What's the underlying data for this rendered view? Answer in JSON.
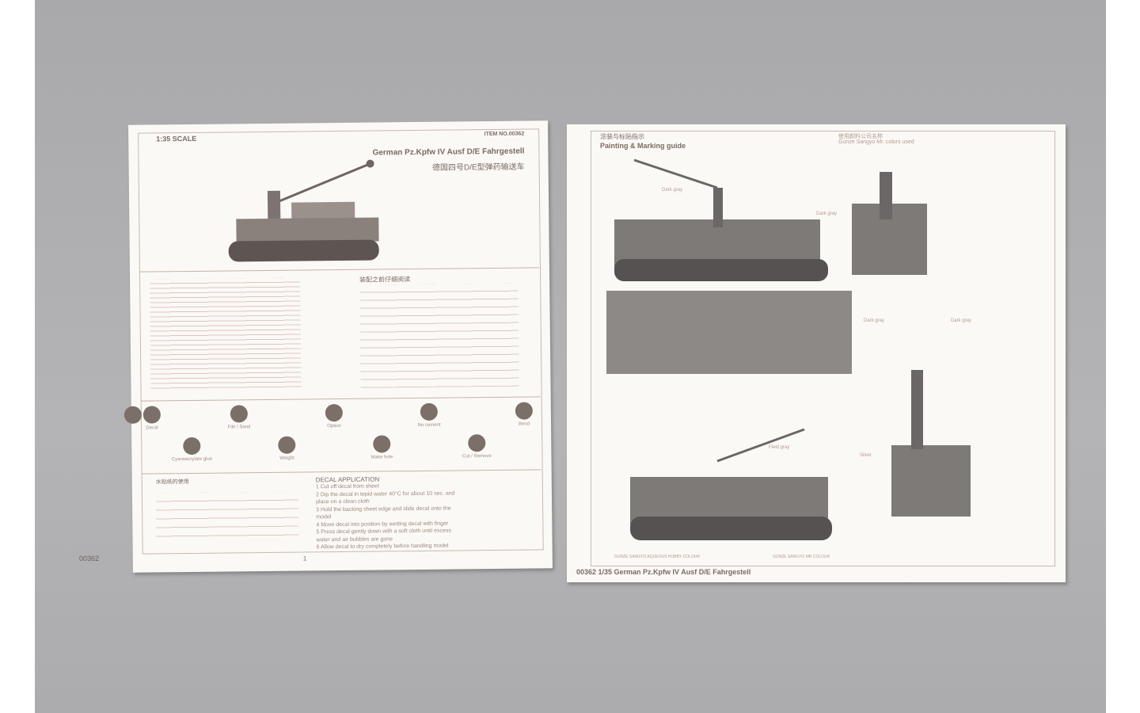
{
  "sheet1": {
    "scale": "1:35 SCALE",
    "item": "ITEM NO.00362",
    "title_en": "German  Pz.Kpfw IV Ausf D/E Fahrgestell",
    "title_cn": "德国四号D/E型弹药输送车",
    "notes_cn_title": "装配之前仔细阅读",
    "icons": [
      "Decal",
      "File / Sand",
      "Option",
      "No cement",
      "Bend",
      "Cyanoacrylate glue",
      "Weight",
      "Make hole",
      "Cut / Remove"
    ],
    "decal_title": "DECAL APPLICATION",
    "decal_steps": [
      "1  Cut off decal from sheet",
      "2  Dip the decal in tepid water 40°C for about 10 sec. and",
      "    place on a clean cloth",
      "3  Hold the backing sheet edge and slide decal onto the",
      "    model",
      "4  Move decal into position by wetting decal with finger",
      "5  Press decal gently down with a soft cloth until excess",
      "    water and air bubbles are gone",
      "6  Allow decal to dry completely before handling model"
    ],
    "decal_cn_title": "水贴纸的使用",
    "footer_code": "00362",
    "page_num": "1"
  },
  "sheet2": {
    "title_cn": "涂装与标贴指示",
    "title_en": "Painting & Marking guide",
    "paint_cn": "使用颜料公司名称",
    "paint_en": "Gunze Sangyo Mr. colors used",
    "color_labels": [
      "Dark gray",
      "Dark gray",
      "Dark gray",
      "Dark gray",
      "Field gray",
      "Silver"
    ],
    "legend": [
      "GUNZE SANGYO AQUEOUS HOBBY COLOUR",
      "GUNZE SANGYO MR COLOUR"
    ],
    "footer": "00362 1/35 German Pz.Kpfw IV Ausf D/E Fahrgestell"
  }
}
